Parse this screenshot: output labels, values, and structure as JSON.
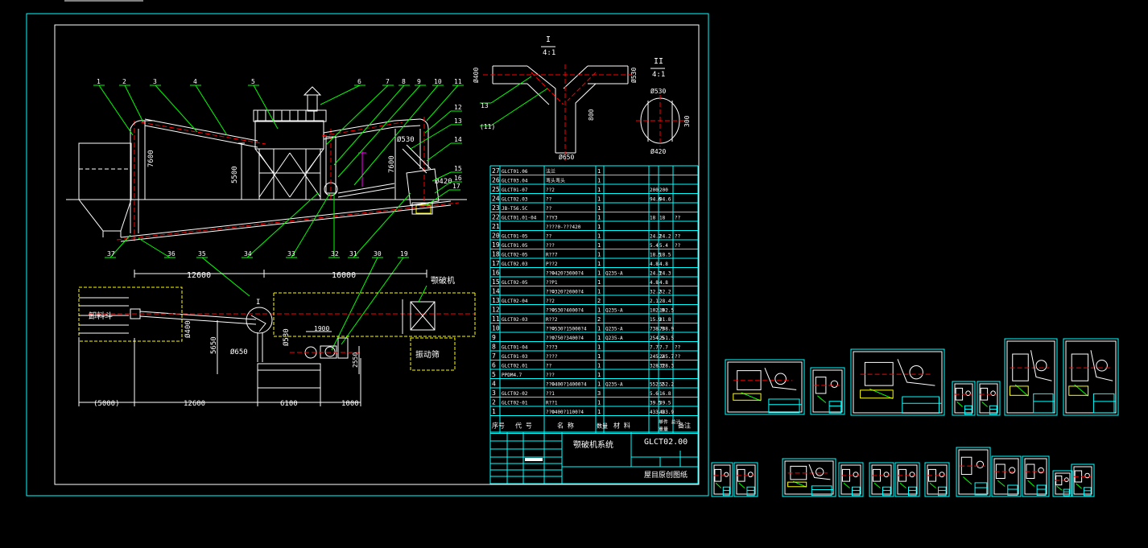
{
  "main_sheet": {
    "balloons": [
      "1",
      "2",
      "3",
      "4",
      "5",
      "6",
      "7",
      "8",
      "9",
      "10",
      "11",
      "12",
      "13",
      "14",
      "15",
      "16",
      "17",
      "37",
      "36",
      "35",
      "34",
      "33",
      "32",
      "31",
      "30",
      "19"
    ],
    "dims_elevation": [
      "7600",
      "5500",
      "7600",
      "Ø530",
      "Ø420"
    ],
    "dims_plan": [
      "12600",
      "16000",
      "Ø400",
      "5650",
      "Ø530",
      "Ø650",
      "1900",
      "2550",
      "(5000)",
      "12600",
      "6100",
      "1000"
    ],
    "plan_labels": [
      "卸料斗",
      "颚破机",
      "振动筛"
    ],
    "detail_I": {
      "title": "I",
      "scale": "4:1",
      "dims": [
        "Ø400",
        "Ø530",
        "800",
        "Ø650"
      ],
      "balloons": [
        "13",
        "(11)"
      ]
    },
    "detail_II": {
      "title": "II",
      "scale": "4:1",
      "dims": [
        "Ø530",
        "300",
        "Ø420"
      ]
    },
    "bom_rows": [
      {
        "no": "27",
        "code": "GLCT01.06",
        "name": "法兰",
        "qty": "1",
        "mat": "",
        "w1": "",
        "w2": "",
        "note": ""
      },
      {
        "no": "26",
        "code": "GLCT03.04",
        "name": "弯头弯头",
        "qty": "1",
        "mat": "",
        "w1": "",
        "w2": "",
        "note": ""
      },
      {
        "no": "25",
        "code": "GLCT01-07",
        "name": "??2",
        "qty": "1",
        "mat": "",
        "w1": "200",
        "w2": "200",
        "note": ""
      },
      {
        "no": "24",
        "code": "GLCT02.03",
        "name": "??",
        "qty": "1",
        "mat": "",
        "w1": "94.6",
        "w2": "94.6",
        "note": ""
      },
      {
        "no": "23",
        "code": "JB-T56.5C",
        "name": "??",
        "qty": "1",
        "mat": "",
        "w1": "",
        "w2": "",
        "note": ""
      },
      {
        "no": "22",
        "code": "GLCT01.01-04",
        "name": "??Y3",
        "qty": "1",
        "mat": "",
        "w1": "18",
        "w2": "18",
        "note": "??"
      },
      {
        "no": "21",
        "code": "",
        "name": "????0-???420",
        "qty": "1",
        "mat": "",
        "w1": "",
        "w2": "",
        "note": ""
      },
      {
        "no": "20",
        "code": "GLCT01-05",
        "name": "??",
        "qty": "1",
        "mat": "",
        "w1": "24.2",
        "w2": "24.2",
        "note": "??"
      },
      {
        "no": "19",
        "code": "GLCT01.05",
        "name": "???",
        "qty": "1",
        "mat": "",
        "w1": "5.4",
        "w2": "5.4",
        "note": "??"
      },
      {
        "no": "18",
        "code": "GLCT02-05",
        "name": "R??7",
        "qty": "1",
        "mat": "",
        "w1": "18.5",
        "w2": "18.5",
        "note": ""
      },
      {
        "no": "17",
        "code": "GLCT02.03",
        "name": "P??2",
        "qty": "1",
        "mat": "",
        "w1": "4.8",
        "w2": "4.8",
        "note": ""
      },
      {
        "no": "16",
        "code": "",
        "name": "??Ф420?3000?4",
        "qty": "1",
        "mat": "Q235-A",
        "w1": "24.3",
        "w2": "24.3",
        "note": ""
      },
      {
        "no": "15",
        "code": "GLCT02-05",
        "name": "??P1",
        "qty": "1",
        "mat": "",
        "w1": "4.8",
        "w2": "4.8",
        "note": ""
      },
      {
        "no": "14",
        "code": "",
        "name": "??Ф320?2000?4",
        "qty": "1",
        "mat": "",
        "w1": "32.2",
        "w2": "32.2",
        "note": ""
      },
      {
        "no": "13",
        "code": "GLCT02-04",
        "name": "??2",
        "qty": "2",
        "mat": "",
        "w1": "2.1",
        "w2": "28.4",
        "note": ""
      },
      {
        "no": "12",
        "code": "",
        "name": "??Ф530?4000?4",
        "qty": "1",
        "mat": "Q235-A",
        "w1": "102.9",
        "w2": "102.5",
        "note": ""
      },
      {
        "no": "11",
        "code": "GLCT02-03",
        "name": "R??2",
        "qty": "2",
        "mat": "",
        "w1": "15.9",
        "w2": "31.8",
        "note": ""
      },
      {
        "no": "10",
        "code": "",
        "name": "??Ф530?15000?4",
        "qty": "1",
        "mat": "Q235-A",
        "w1": "738.9",
        "w2": "738.9",
        "note": ""
      },
      {
        "no": "9",
        "code": "",
        "name": "??Ф750?3400?4",
        "qty": "1",
        "mat": "Q235-A",
        "w1": "254.5",
        "w2": "251.5",
        "note": ""
      },
      {
        "no": "8",
        "code": "GLCT01-04",
        "name": "???3",
        "qty": "1",
        "mat": "",
        "w1": "7.7",
        "w2": "7.7",
        "note": "??"
      },
      {
        "no": "7",
        "code": "GLCT01-03",
        "name": "????",
        "qty": "1",
        "mat": "",
        "w1": "245.2",
        "w2": "245.7",
        "note": "??"
      },
      {
        "no": "6",
        "code": "GLCT02.01",
        "name": "??",
        "qty": "1",
        "mat": "",
        "w1": "328.3",
        "w2": "328.3",
        "note": ""
      },
      {
        "no": "5",
        "code": "PPDM4.7",
        "name": "???",
        "qty": "1",
        "mat": "",
        "w1": "",
        "w2": "",
        "note": ""
      },
      {
        "no": "4",
        "code": "",
        "name": "??Ф400?14000?4",
        "qty": "1",
        "mat": "Q235-A",
        "w1": "552.2",
        "w2": "552.2",
        "note": ""
      },
      {
        "no": "3",
        "code": "GLCT02-02",
        "name": "??1",
        "qty": "3",
        "mat": "",
        "w1": "5.6",
        "w2": "16.8",
        "note": ""
      },
      {
        "no": "2",
        "code": "GLCT02-01",
        "name": "R??1",
        "qty": "1",
        "mat": "",
        "w1": "39.5",
        "w2": "39.5",
        "note": ""
      },
      {
        "no": "1",
        "code": "",
        "name": "??Ф400?1100?4",
        "qty": "1",
        "mat": "",
        "w1": "433.9",
        "w2": "433.9",
        "note": ""
      }
    ],
    "bom_header": {
      "no": "序号",
      "code": "代 号",
      "name": "名 称",
      "qty": "数量",
      "mat": "材 料",
      "weight": "单件 总计",
      "weight_sub": "重量",
      "note": "备注"
    },
    "title_block": {
      "drawing_name": "颚破机系统",
      "drawing_no": "GLCT02.00",
      "company": "屋目原创图纸"
    }
  },
  "top_left_label": "",
  "colors": {
    "frame": "#00ffff",
    "geometry": "#ffffff",
    "leader": "#00ff00",
    "center": "#ff0000",
    "dim": "#ffffff"
  }
}
